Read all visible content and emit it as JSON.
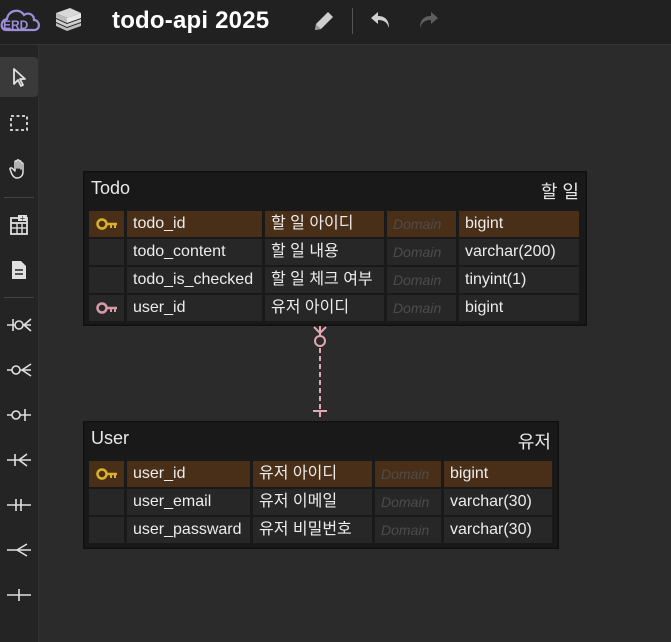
{
  "app": {
    "logo_text": "ERD",
    "title": "todo-api 2025"
  },
  "toolbar": {
    "tools": [
      {
        "name": "select-tool",
        "icon": "pointer-icon",
        "active": true
      },
      {
        "name": "region-select-tool",
        "icon": "dashed-rect-icon"
      },
      {
        "name": "hand-tool",
        "icon": "hand-icon"
      },
      {
        "name": "table-tool",
        "icon": "table-icon"
      },
      {
        "name": "memo-tool",
        "icon": "memo-icon"
      },
      {
        "name": "zero-or-many-tool",
        "icon": "zero-or-many-icon"
      },
      {
        "name": "zero-or-one-many-tool",
        "icon": "zero-many-icon"
      },
      {
        "name": "zero-or-one-tool",
        "icon": "zero-one-icon"
      },
      {
        "name": "one-or-many-tool",
        "icon": "one-many-icon"
      },
      {
        "name": "one-only-tool",
        "icon": "one-only-icon"
      },
      {
        "name": "many-tool",
        "icon": "many-icon"
      },
      {
        "name": "one-tool",
        "icon": "one-icon"
      }
    ]
  },
  "tables": [
    {
      "id": "todo",
      "name": "Todo",
      "comment": "할 일",
      "columns": [
        {
          "key": "pk",
          "name": "todo_id",
          "comment": "할 일 아이디",
          "domain": "Domain",
          "type": "bigint"
        },
        {
          "key": "",
          "name": "todo_content",
          "comment": "할 일 내용",
          "domain": "Domain",
          "type": "varchar(200)"
        },
        {
          "key": "",
          "name": "todo_is_checked",
          "comment": "할 일 체크 여부",
          "domain": "Domain",
          "type": "tinyint(1)"
        },
        {
          "key": "fk",
          "name": "user_id",
          "comment": "유저 아이디",
          "domain": "Domain",
          "type": "bigint"
        }
      ]
    },
    {
      "id": "user",
      "name": "User",
      "comment": "유저",
      "columns": [
        {
          "key": "pk",
          "name": "user_id",
          "comment": "유저 아이디",
          "domain": "Domain",
          "type": "bigint"
        },
        {
          "key": "",
          "name": "user_email",
          "comment": "유저 이메일",
          "domain": "Domain",
          "type": "varchar(30)"
        },
        {
          "key": "",
          "name": "user_passward",
          "comment": "유저 비밀번호",
          "domain": "Domain",
          "type": "varchar(30)"
        }
      ]
    }
  ],
  "colors": {
    "pk_key": "#d9b12e",
    "fk_key": "#d99aa8",
    "relation": "#e3a6b2",
    "pk_row": "#4a2f18"
  }
}
